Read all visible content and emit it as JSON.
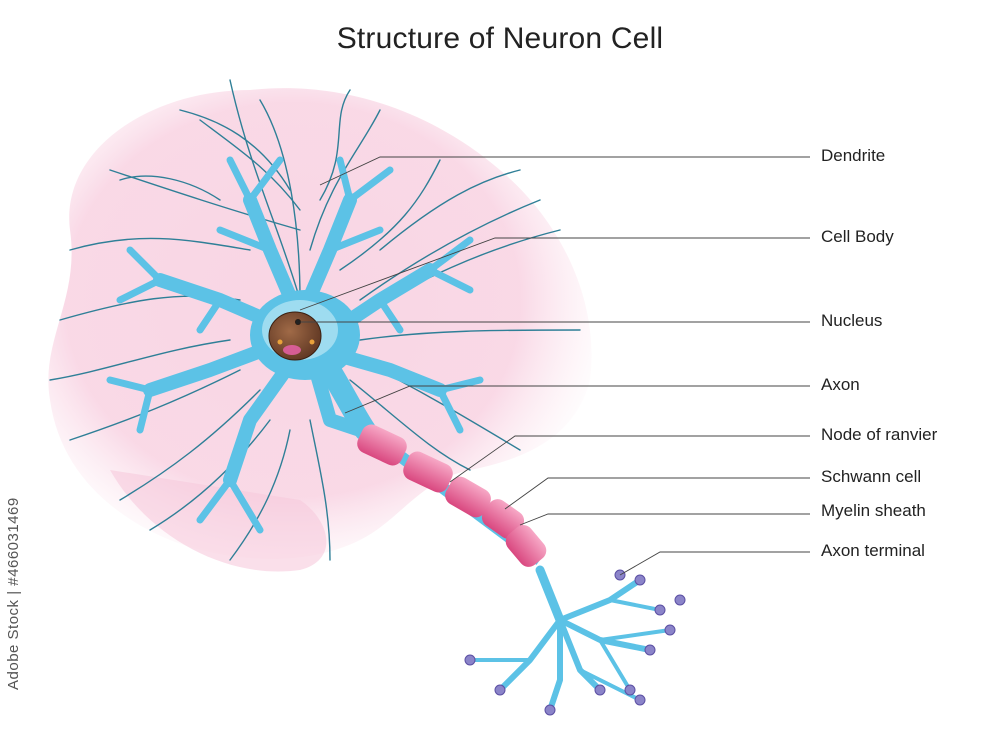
{
  "title": "Structure of Neuron Cell",
  "stock_id": "Adobe Stock | #466031469",
  "labels": {
    "dendrite": "Dendrite",
    "cell_body": "Cell Body",
    "nucleus": "Nucleus",
    "axon": "Axon",
    "node_of_ranvier": "Node of ranvier",
    "schwann_cell": "Schwann cell",
    "myelin_sheath": "Myelin sheath",
    "axon_terminal": "Axon terminal"
  },
  "colors": {
    "neuron": "#5cc2e6",
    "neuron_edge": "#2c95c7",
    "background_tissue": "#f7c9dc",
    "myelin": "#e8739e",
    "nucleus": "#7b4a2e",
    "leader_line": "#444444"
  }
}
